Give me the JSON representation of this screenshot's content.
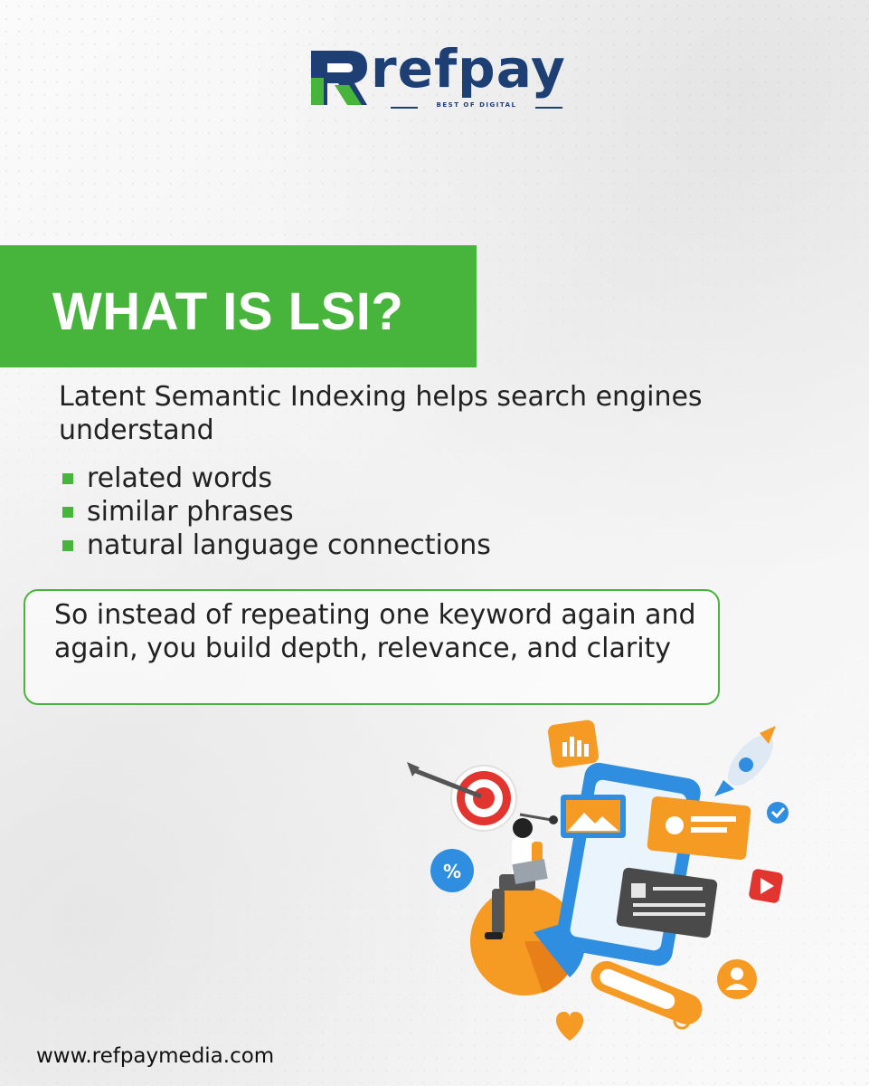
{
  "brand": {
    "name": "refpay",
    "tagline": "BEST OF DIGITAL",
    "colors": {
      "navy": "#1d3f73",
      "green": "#47b43b"
    }
  },
  "banner": {
    "title": "WHAT IS LSI?"
  },
  "intro": {
    "text": "Latent Semantic Indexing helps search engines understand"
  },
  "bullets": [
    {
      "label": "related words"
    },
    {
      "label": "similar phrases"
    },
    {
      "label": "natural language connections"
    }
  ],
  "callout": {
    "text": "So instead of repeating one keyword again and again, you build depth, relevance, and clarity"
  },
  "illustration": {
    "icons": [
      "target-icon",
      "arrow-icon",
      "bar-chart-icon",
      "rocket-icon",
      "percent-icon",
      "image-icon",
      "profile-card-icon",
      "document-icon",
      "play-icon",
      "user-icon",
      "search-icon",
      "heart-icon",
      "pie-chart-icon",
      "person-with-laptop"
    ]
  },
  "footer": {
    "url": "www.refpaymedia.com"
  }
}
